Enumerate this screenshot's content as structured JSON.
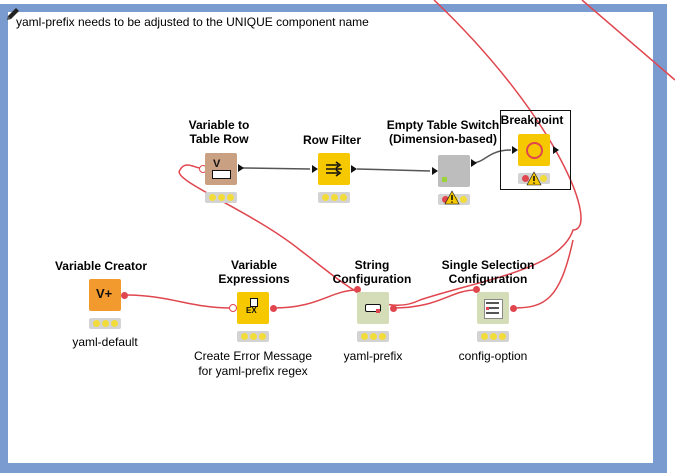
{
  "annotation": {
    "text": "yaml-prefix needs to be adjusted to the UNIQUE component name",
    "border_color": "#7a9bd0"
  },
  "nodes": {
    "variable_to_table_row": {
      "title_line1": "Variable to",
      "title_line2": "Table Row",
      "color": "#c9a081",
      "icon_text": "V"
    },
    "row_filter": {
      "title": "Row Filter",
      "color": "#f5c800"
    },
    "empty_table_switch": {
      "title_line1": "Empty Table Switch",
      "title_line2": "(Dimension-based)",
      "color": "#bdbdbd"
    },
    "breakpoint": {
      "title": "Breakpoint",
      "color": "#f5c800"
    },
    "variable_creator": {
      "title": "Variable Creator",
      "color": "#f29a2e",
      "icon_text": "V+",
      "label": "yaml-default"
    },
    "variable_expressions": {
      "title_line1": "Variable",
      "title_line2": "Expressions",
      "color": "#f5c800",
      "icon_text": "EX",
      "label_line1": "Create Error Message",
      "label_line2": "for yaml-prefix regex"
    },
    "string_configuration": {
      "title_line1": "String",
      "title_line2": "Configuration",
      "color": "#d4ddb8",
      "label": "yaml-prefix"
    },
    "single_selection_configuration": {
      "title_line1": "Single Selection",
      "title_line2": "Configuration",
      "color": "#d4ddb8",
      "label": "config-option"
    }
  },
  "colors": {
    "flow_variable_wire": "#e0464e",
    "data_wire": "#555555",
    "status_bg": "#d3d3d3",
    "status_yellow": "#f2dc3a",
    "status_red": "#e0464e",
    "warning": "#f5c800"
  }
}
